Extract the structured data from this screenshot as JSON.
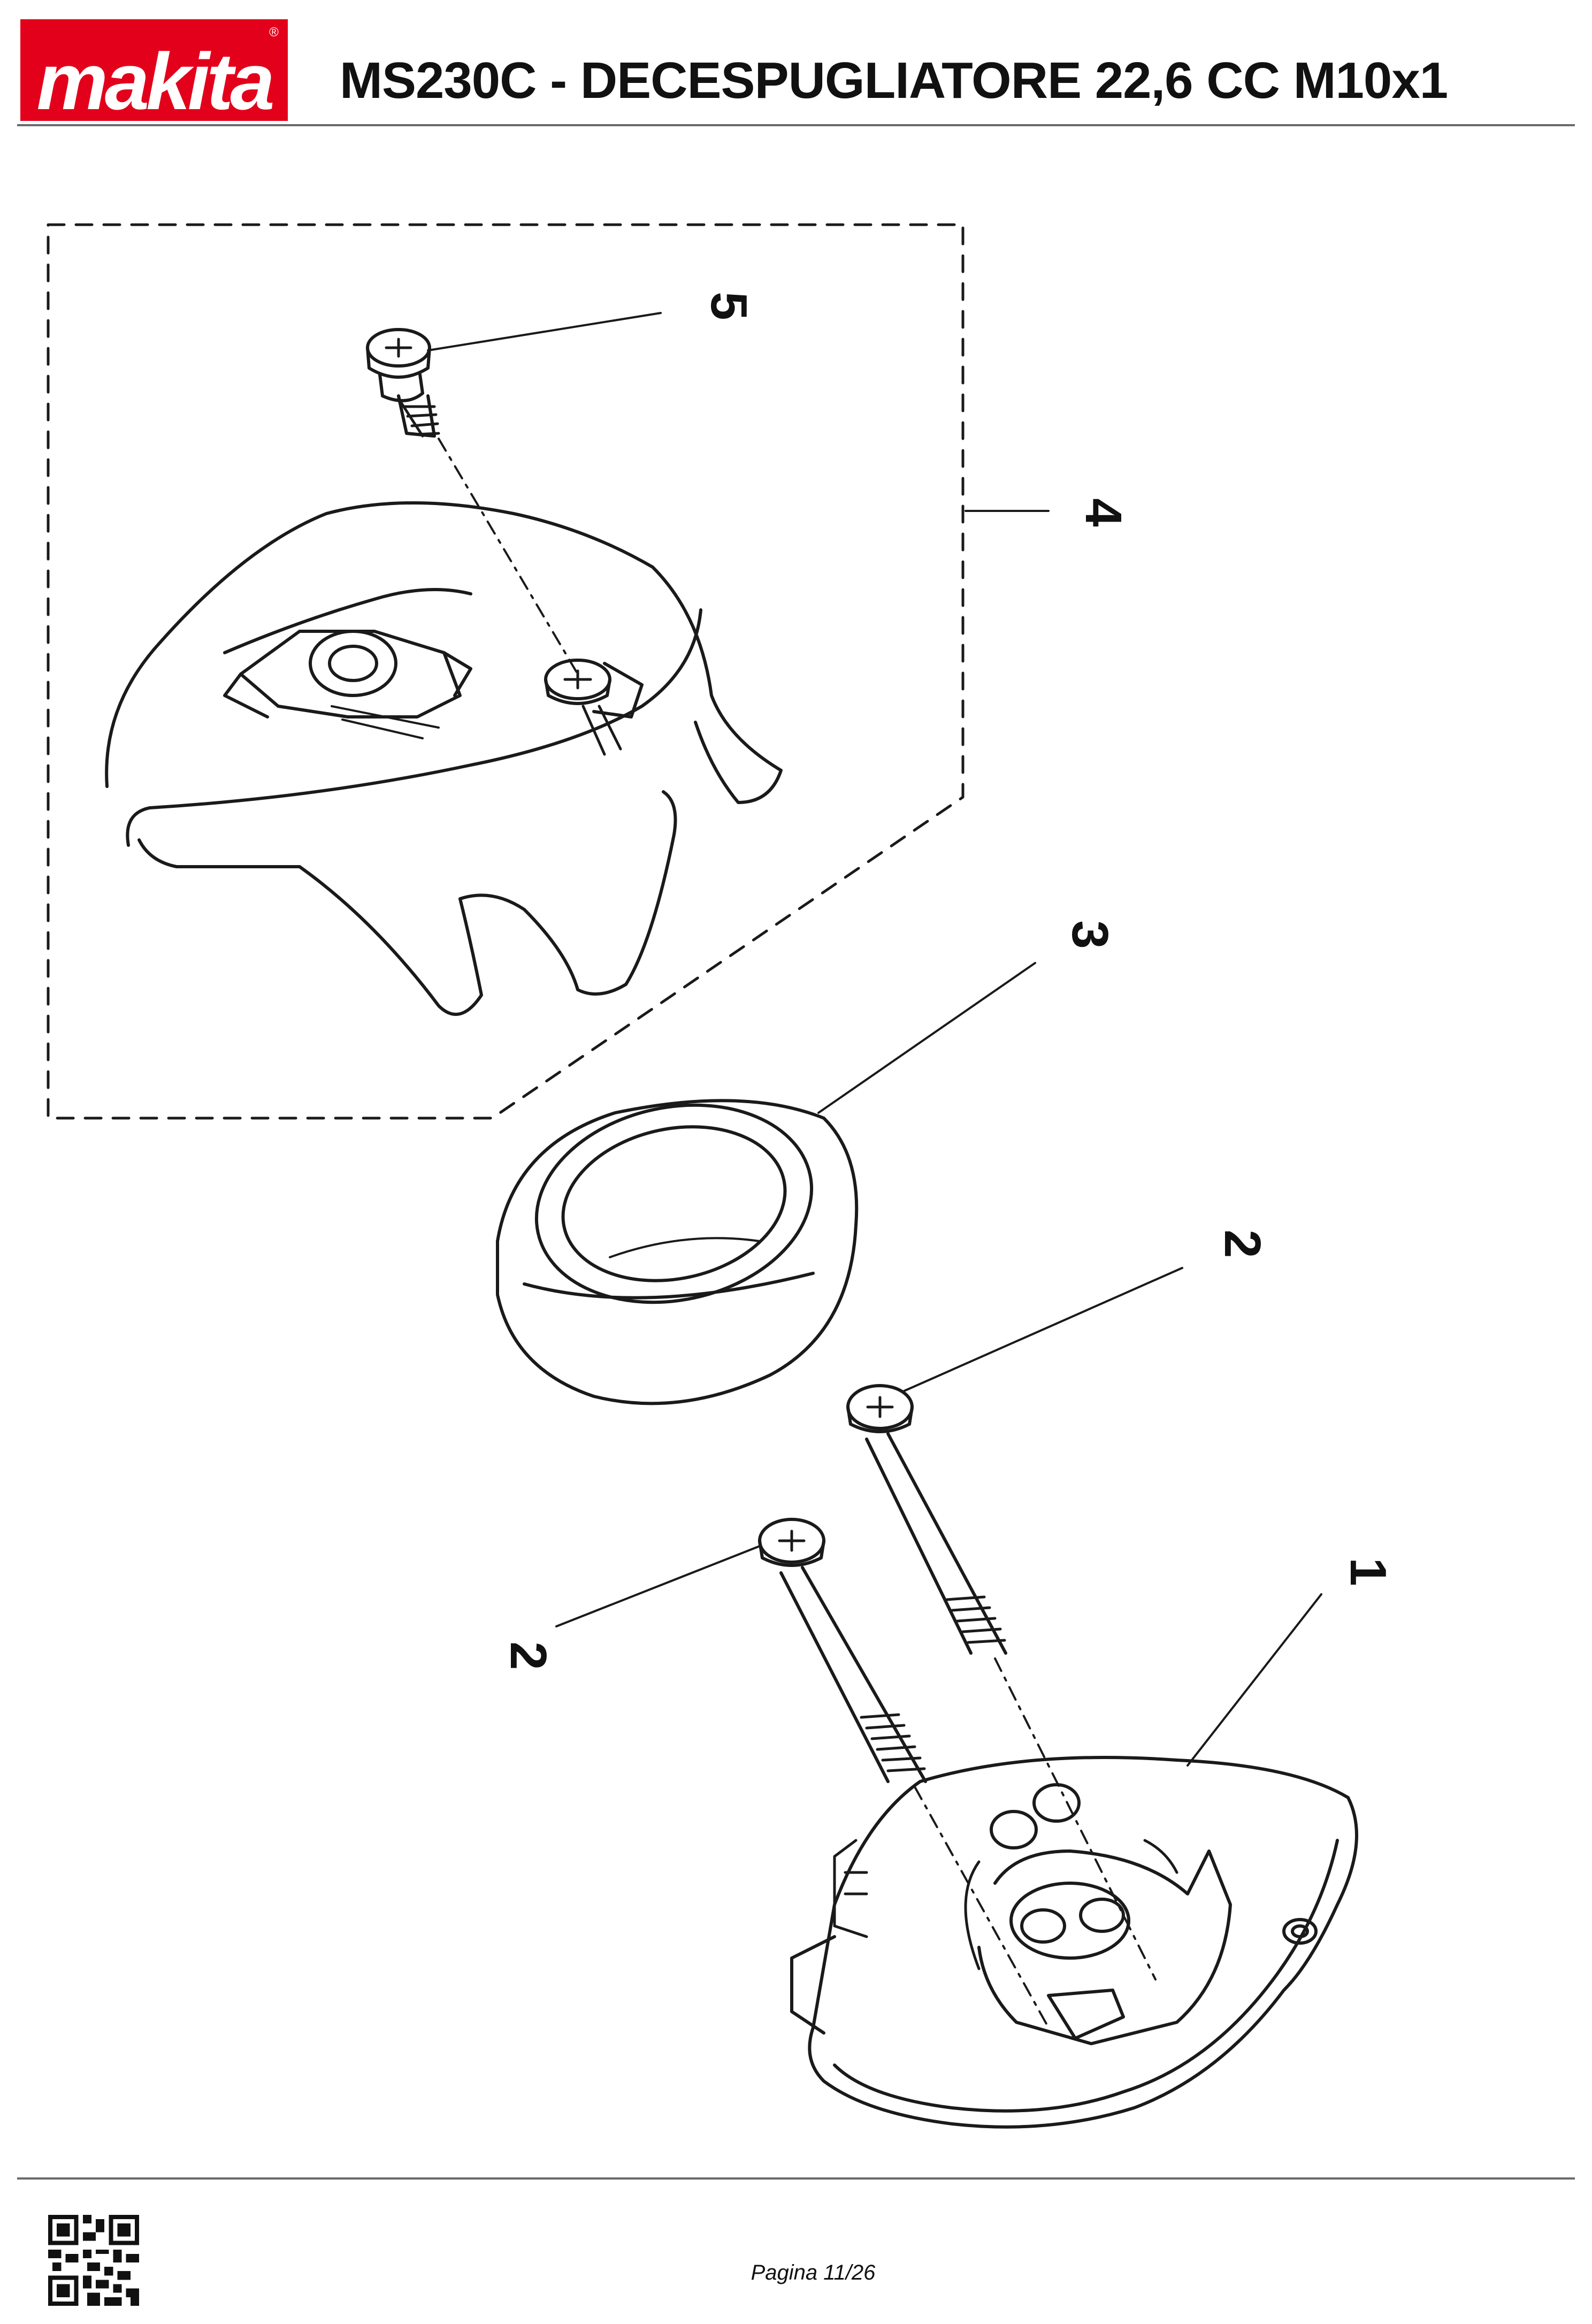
{
  "header": {
    "brand": "makita",
    "registered_mark": "®",
    "title": "MS230C - DECESPUGLIATORE 22,6 CC M10x1"
  },
  "colors": {
    "brand_red": "#E3001B",
    "line": "#1a1a1a",
    "rule": "#6a6a6a"
  },
  "diagram": {
    "callouts": {
      "part_1": "1",
      "part_2a": "2",
      "part_2b": "2",
      "part_3": "3",
      "part_4": "4",
      "part_5": "5"
    }
  },
  "footer": {
    "qr_icon": "qr-code-icon",
    "page": "Pagina 11/26"
  }
}
